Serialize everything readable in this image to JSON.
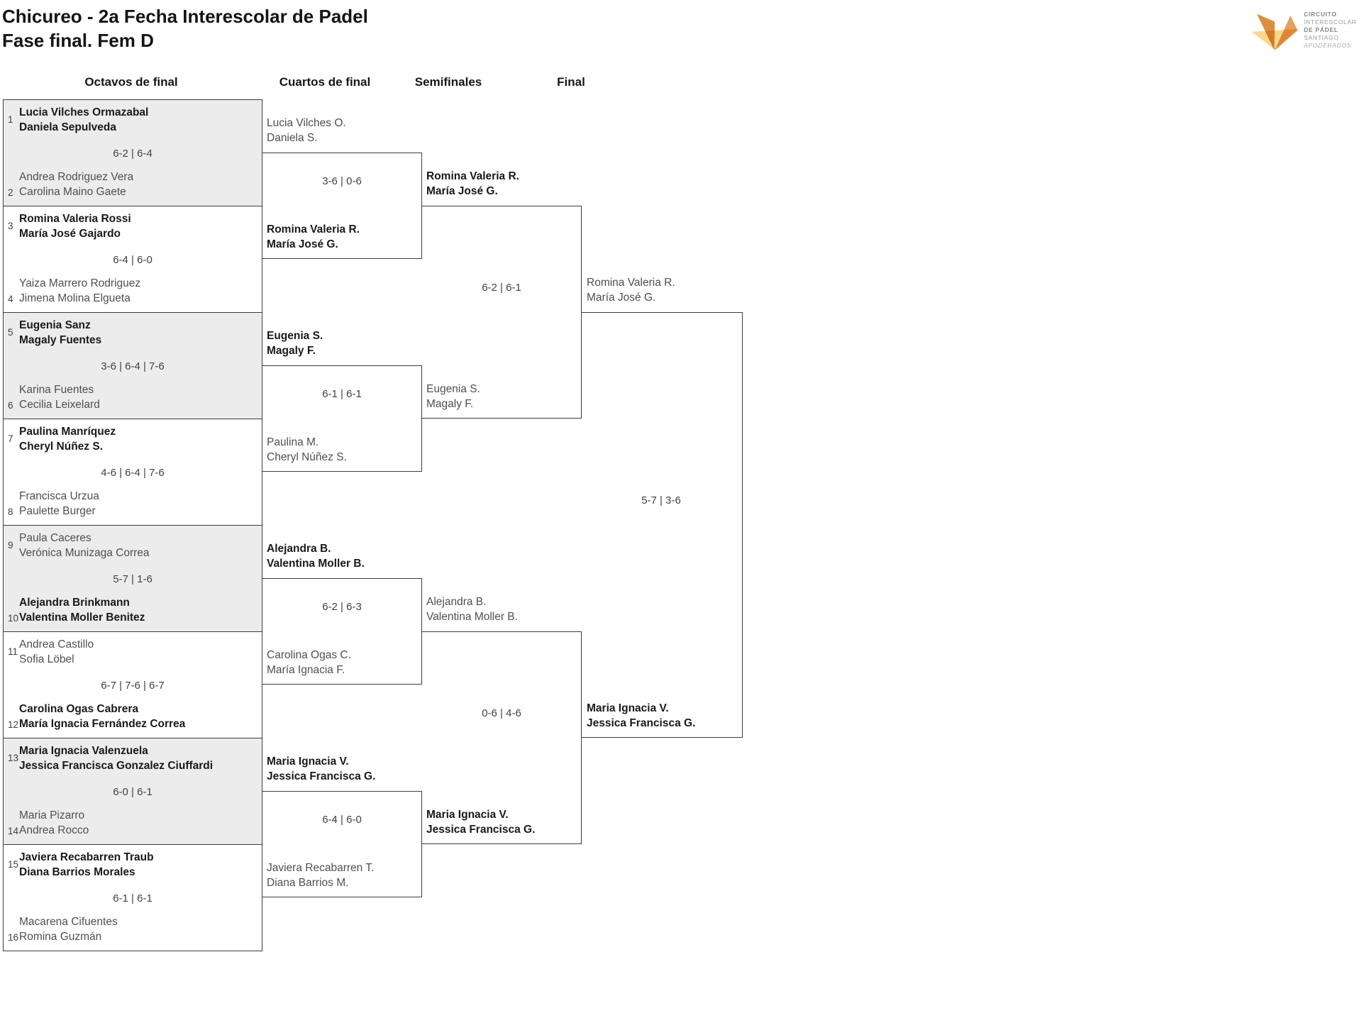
{
  "title": {
    "line1": "Chicureo - 2a Fecha Interescolar de Padel",
    "line2": "Fase final. Fem D"
  },
  "columns": [
    "Octavos de final",
    "Cuartos de final",
    "Semifinales",
    "Final"
  ],
  "logo": {
    "lines": [
      "CIRCUITO",
      "INTERESCOLAR",
      "DE PÁDEL",
      "SANTIAGO",
      "APODERADOS"
    ]
  },
  "colors": {
    "box_fill_alt": "#ececec",
    "line": "#3d3d3d",
    "logo_orange_dark": "#DB8F41",
    "logo_orange_mid": "#E3A057",
    "logo_light": "#FBD78C"
  },
  "rounds": {
    "octavos": [
      {
        "t1": {
          "seed": "1",
          "lines": [
            "Lucia Vilches Ormazabal",
            "Daniela Sepulveda"
          ],
          "winner": true
        },
        "t2": {
          "seed": "2",
          "lines": [
            "Andrea Rodriguez Vera",
            "Carolina Maino Gaete"
          ],
          "winner": false
        },
        "score": "6-2 | 6-4"
      },
      {
        "t1": {
          "seed": "3",
          "lines": [
            "Romina Valeria Rossi",
            "María José Gajardo"
          ],
          "winner": true
        },
        "t2": {
          "seed": "4",
          "lines": [
            "Yaiza Marrero Rodriguez",
            "Jimena Molina Elgueta"
          ],
          "winner": false
        },
        "score": "6-4 | 6-0"
      },
      {
        "t1": {
          "seed": "5",
          "lines": [
            "Eugenia Sanz",
            "Magaly Fuentes"
          ],
          "winner": true
        },
        "t2": {
          "seed": "6",
          "lines": [
            "Karina Fuentes",
            "Cecilia Leixelard"
          ],
          "winner": false
        },
        "score": "3-6 | 6-4 | 7-6"
      },
      {
        "t1": {
          "seed": "7",
          "lines": [
            "Paulina Manríquez",
            "Cheryl Núñez S."
          ],
          "winner": true
        },
        "t2": {
          "seed": "8",
          "lines": [
            "Francisca Urzua",
            "Paulette Burger"
          ],
          "winner": false
        },
        "score": "4-6 | 6-4 | 7-6"
      },
      {
        "t1": {
          "seed": "9",
          "lines": [
            "Paula Caceres",
            "Verónica Munizaga Correa"
          ],
          "winner": false
        },
        "t2": {
          "seed": "10",
          "lines": [
            "Alejandra Brinkmann",
            "Valentina Moller Benitez"
          ],
          "winner": true
        },
        "score": "5-7 | 1-6"
      },
      {
        "t1": {
          "seed": "11",
          "lines": [
            "Andrea Castillo",
            "Sofia Löbel"
          ],
          "winner": false
        },
        "t2": {
          "seed": "12",
          "lines": [
            "Carolina Ogas Cabrera",
            "María Ignacia Fernández Correa"
          ],
          "winner": true
        },
        "score": "6-7 | 7-6 | 6-7"
      },
      {
        "t1": {
          "seed": "13",
          "lines": [
            "Maria Ignacia Valenzuela",
            "Jessica Francisca Gonzalez Ciuffardi"
          ],
          "winner": true
        },
        "t2": {
          "seed": "14",
          "lines": [
            "Maria Pizarro",
            "Andrea Rocco"
          ],
          "winner": false
        },
        "score": "6-0 | 6-1"
      },
      {
        "t1": {
          "seed": "15",
          "lines": [
            "Javiera Recabarren Traub",
            "Diana Barrios Morales"
          ],
          "winner": true
        },
        "t2": {
          "seed": "16",
          "lines": [
            "Macarena Cifuentes",
            "Romina Guzmán"
          ],
          "winner": false
        },
        "score": "6-1 | 6-1"
      }
    ],
    "cuartos": [
      {
        "t1": {
          "lines": [
            "Lucia Vilches O.",
            "Daniela S."
          ],
          "winner": false
        },
        "t2": {
          "lines": [
            "Romina Valeria R.",
            "María José G."
          ],
          "winner": true
        },
        "score": "3-6 | 0-6"
      },
      {
        "t1": {
          "lines": [
            "Eugenia S.",
            "Magaly F."
          ],
          "winner": true
        },
        "t2": {
          "lines": [
            "Paulina M.",
            "Cheryl Núñez S."
          ],
          "winner": false
        },
        "score": "6-1 | 6-1"
      },
      {
        "t1": {
          "lines": [
            "Alejandra B.",
            "Valentina Moller B."
          ],
          "winner": true
        },
        "t2": {
          "lines": [
            "Carolina Ogas C.",
            "María Ignacia F."
          ],
          "winner": false
        },
        "score": "6-2 | 6-3"
      },
      {
        "t1": {
          "lines": [
            "Maria Ignacia V.",
            "Jessica Francisca G."
          ],
          "winner": true
        },
        "t2": {
          "lines": [
            "Javiera Recabarren T.",
            "Diana Barrios M."
          ],
          "winner": false
        },
        "score": "6-4 | 6-0"
      }
    ],
    "semifinales": [
      {
        "t1": {
          "lines": [
            "Romina Valeria R.",
            "María José G."
          ],
          "winner": true
        },
        "t2": {
          "lines": [
            "Eugenia S.",
            "Magaly F."
          ],
          "winner": false
        },
        "score": "6-2 | 6-1"
      },
      {
        "t1": {
          "lines": [
            "Alejandra B.",
            "Valentina Moller B."
          ],
          "winner": false
        },
        "t2": {
          "lines": [
            "Maria Ignacia V.",
            "Jessica Francisca G."
          ],
          "winner": true
        },
        "score": "0-6 | 4-6"
      }
    ],
    "final": [
      {
        "t1": {
          "lines": [
            "Romina Valeria R.",
            "María José G."
          ],
          "winner": false
        },
        "t2": {
          "lines": [
            "Maria Ignacia V.",
            "Jessica Francisca G."
          ],
          "winner": true
        },
        "score": "5-7 | 3-6"
      }
    ]
  }
}
